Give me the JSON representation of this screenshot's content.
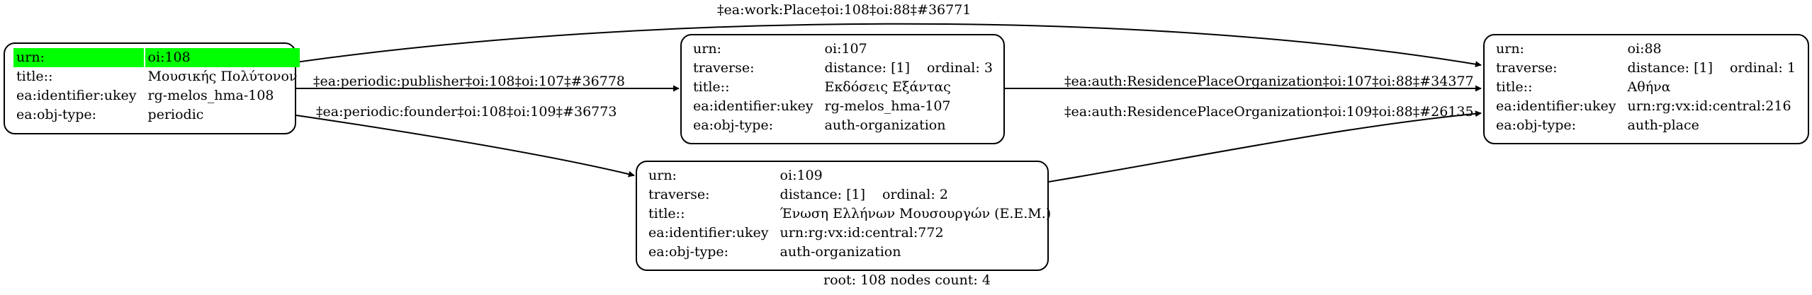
{
  "nodes": {
    "n108": {
      "rows": [
        {
          "key": "urn:",
          "value": "oi:108",
          "highlight": true
        },
        {
          "key": "title::",
          "value": "Μουσικής Πολύτονον"
        },
        {
          "key": "ea:identifier:ukey",
          "value": "rg-melos_hma-108"
        },
        {
          "key": "ea:obj-type:",
          "value": "periodic"
        }
      ]
    },
    "n107": {
      "urn_key": "urn:",
      "urn_value": "oi:107",
      "traverse_key": "traverse:",
      "distance": "distance: [1]",
      "ordinal": "ordinal: 3",
      "title_key": "title::",
      "title_value": "Εκδόσεις Εξάντας",
      "ukey_key": "ea:identifier:ukey",
      "ukey_value": "rg-melos_hma-107",
      "type_key": "ea:obj-type:",
      "type_value": "auth-organization"
    },
    "n109": {
      "urn_key": "urn:",
      "urn_value": "oi:109",
      "traverse_key": "traverse:",
      "distance": "distance: [1]",
      "ordinal": "ordinal: 2",
      "title_key": "title::",
      "title_value": "Ένωση Ελλήνων Μουσουργών (Ε.Ε.Μ.)",
      "ukey_key": "ea:identifier:ukey",
      "ukey_value": "urn:rg:vx:id:central:772",
      "type_key": "ea:obj-type:",
      "type_value": "auth-organization"
    },
    "n88": {
      "urn_key": "urn:",
      "urn_value": "oi:88",
      "traverse_key": "traverse:",
      "distance": "distance: [1]",
      "ordinal": "ordinal: 1",
      "title_key": "title::",
      "title_value": "Αθήνα",
      "ukey_key": "ea:identifier:ukey",
      "ukey_value": "urn:rg:vx:id:central:216",
      "type_key": "ea:obj-type:",
      "type_value": "auth-place"
    }
  },
  "edges": {
    "work_place": "‡ea:work:Place‡oi:108‡oi:88‡#36771",
    "publisher": "‡ea:periodic:publisher‡oi:108‡oi:107‡#36778",
    "founder": "‡ea:periodic:founder‡oi:108‡oi:109‡#36773",
    "residence_107": "‡ea:auth:ResidencePlaceOrganization‡oi:107‡oi:88‡#34377",
    "residence_109": "‡ea:auth:ResidencePlaceOrganization‡oi:109‡oi:88‡#26135"
  },
  "caption": "root: 108 nodes count: 4",
  "colors": {
    "highlight": "#00ff00",
    "stroke": "#000000",
    "background": "#ffffff"
  }
}
